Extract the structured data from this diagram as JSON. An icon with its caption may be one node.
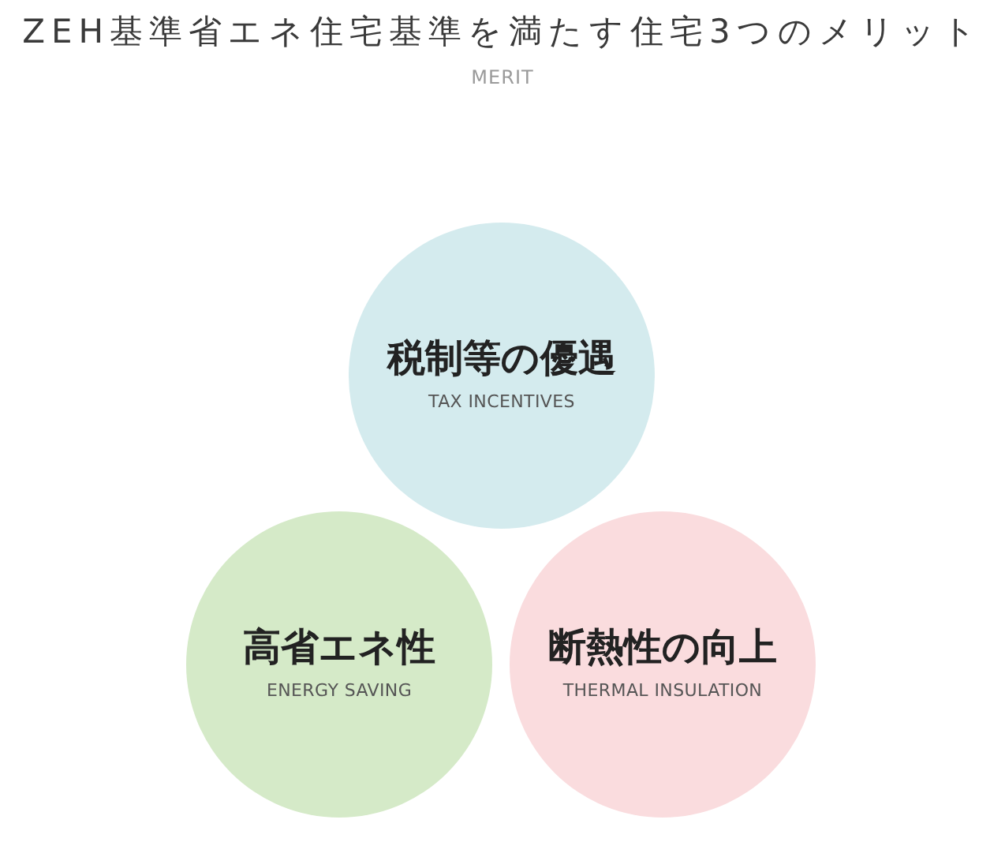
{
  "diagram": {
    "title": "ZEH基準省エネ住宅基準を満たす住宅3つのメリット",
    "nodes": [
      {
        "text": [
          "税制等の優遇",
          "TAX INCENTIVES"
        ]
      },
      {
        "text": [
          "高省エネ性",
          "ENERGY SAVING"
        ]
      },
      {
        "text": [
          "断熱性の向上",
          "THERMAL INSULATION"
        ]
      }
    ],
    "labels": [
      "MERIT"
    ]
  }
}
